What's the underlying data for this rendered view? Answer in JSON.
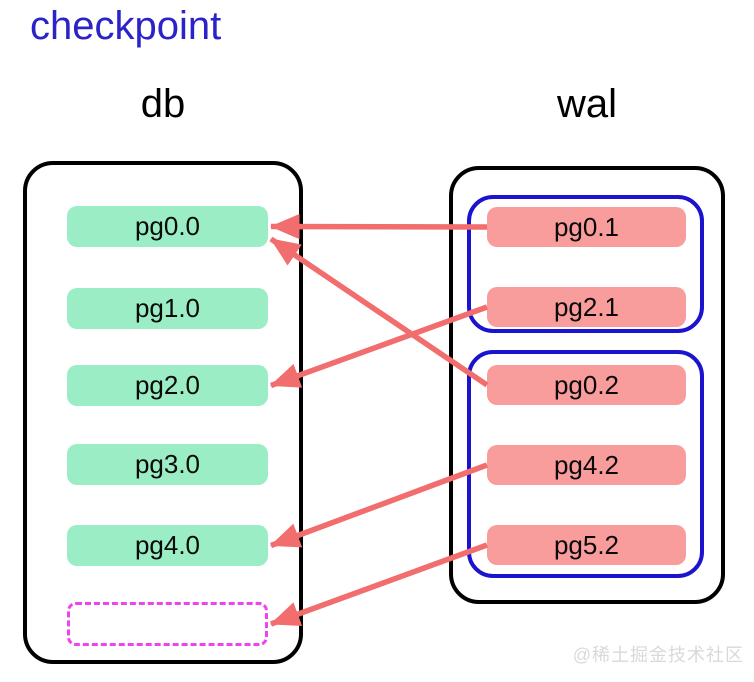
{
  "title": "checkpoint",
  "watermark": "@稀土掘金技术社区",
  "db": {
    "heading": "db",
    "pages": [
      {
        "id": "pg0.0",
        "label": "pg0.0"
      },
      {
        "id": "pg1.0",
        "label": "pg1.0"
      },
      {
        "id": "pg2.0",
        "label": "pg2.0"
      },
      {
        "id": "pg3.0",
        "label": "pg3.0"
      },
      {
        "id": "pg4.0",
        "label": "pg4.0"
      }
    ],
    "empty_slot": {
      "id": "empty-slot"
    }
  },
  "wal": {
    "heading": "wal",
    "groups": [
      {
        "pages": [
          {
            "id": "pg0.1",
            "label": "pg0.1"
          },
          {
            "id": "pg2.1",
            "label": "pg2.1"
          }
        ]
      },
      {
        "pages": [
          {
            "id": "pg0.2",
            "label": "pg0.2"
          },
          {
            "id": "pg4.2",
            "label": "pg4.2"
          },
          {
            "id": "pg5.2",
            "label": "pg5.2"
          }
        ]
      }
    ]
  },
  "arrows": [
    {
      "from": "pg0.1",
      "to": "pg0.0",
      "to_anchor": "right"
    },
    {
      "from": "pg2.1",
      "to": "pg2.0",
      "to_anchor": "right"
    },
    {
      "from": "pg0.2",
      "to": "pg0.0",
      "to_anchor": "bottom-right"
    },
    {
      "from": "pg4.2",
      "to": "pg4.0",
      "to_anchor": "right"
    },
    {
      "from": "pg5.2",
      "to": "empty-slot",
      "to_anchor": "right"
    }
  ],
  "colors": {
    "title_blue": "#2B22C7",
    "page_green": "#9AEDC5",
    "wal_pink": "#F99C9C",
    "arrow_red": "#F26D6D",
    "group_blue": "#1C13CE",
    "empty_slot_magenta": "#EE44EE",
    "watermark_gray": "#D9D9D9"
  }
}
